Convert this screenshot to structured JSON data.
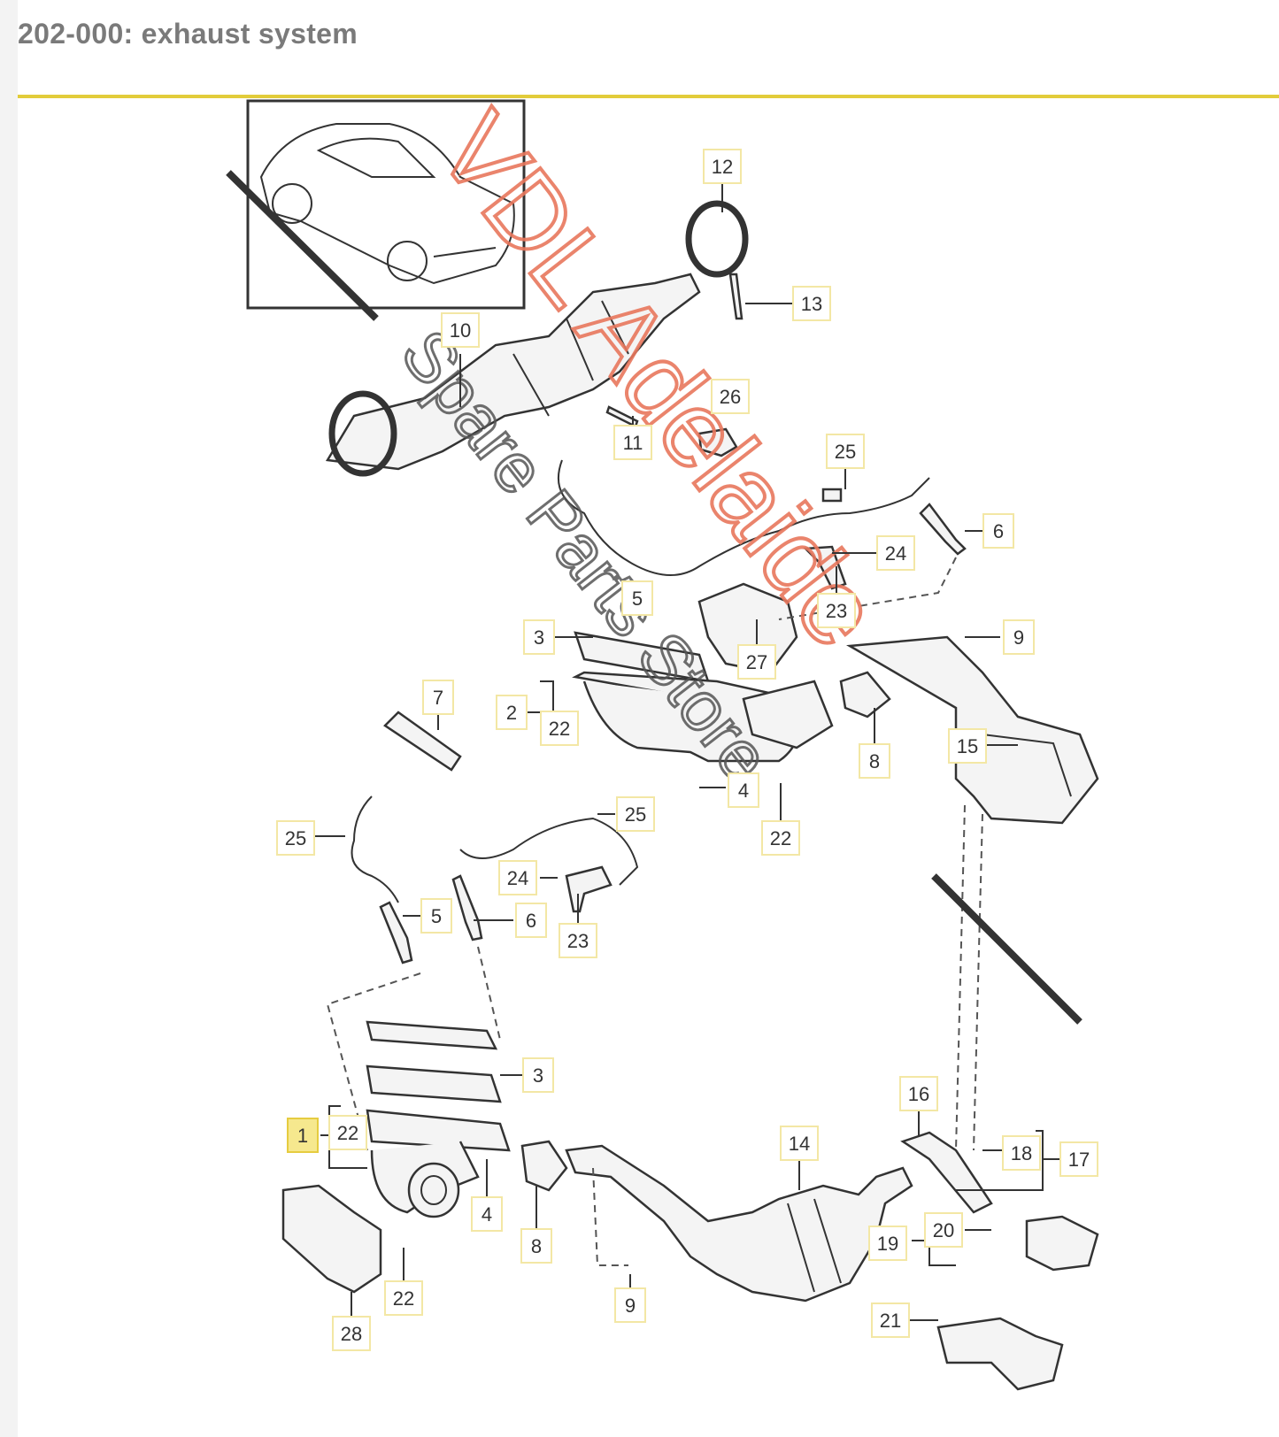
{
  "header": {
    "title": "202-000: exhaust system"
  },
  "watermark": {
    "text1": "VDL Adelaide",
    "text2": "Spare Parts Store"
  },
  "callouts": [
    {
      "n": "12",
      "selected": false
    },
    {
      "n": "13",
      "selected": false
    },
    {
      "n": "10",
      "selected": false
    },
    {
      "n": "26",
      "selected": false
    },
    {
      "n": "11",
      "selected": false
    },
    {
      "n": "25",
      "selected": false
    },
    {
      "n": "6",
      "selected": false
    },
    {
      "n": "24",
      "selected": false
    },
    {
      "n": "23",
      "selected": false
    },
    {
      "n": "5",
      "selected": false
    },
    {
      "n": "3",
      "selected": false
    },
    {
      "n": "27",
      "selected": false
    },
    {
      "n": "9",
      "selected": false
    },
    {
      "n": "7",
      "selected": false
    },
    {
      "n": "2",
      "selected": false
    },
    {
      "n": "22",
      "selected": false
    },
    {
      "n": "8",
      "selected": false
    },
    {
      "n": "15",
      "selected": false
    },
    {
      "n": "4",
      "selected": false
    },
    {
      "n": "22",
      "selected": false
    },
    {
      "n": "25",
      "selected": false
    },
    {
      "n": "25",
      "selected": false
    },
    {
      "n": "24",
      "selected": false
    },
    {
      "n": "5",
      "selected": false
    },
    {
      "n": "6",
      "selected": false
    },
    {
      "n": "23",
      "selected": false
    },
    {
      "n": "3",
      "selected": false
    },
    {
      "n": "16",
      "selected": false
    },
    {
      "n": "1",
      "selected": true
    },
    {
      "n": "22",
      "selected": false
    },
    {
      "n": "14",
      "selected": false
    },
    {
      "n": "18",
      "selected": false
    },
    {
      "n": "17",
      "selected": false
    },
    {
      "n": "4",
      "selected": false
    },
    {
      "n": "8",
      "selected": false
    },
    {
      "n": "20",
      "selected": false
    },
    {
      "n": "19",
      "selected": false
    },
    {
      "n": "9",
      "selected": false
    },
    {
      "n": "22",
      "selected": false
    },
    {
      "n": "28",
      "selected": false
    },
    {
      "n": "21",
      "selected": false
    }
  ]
}
